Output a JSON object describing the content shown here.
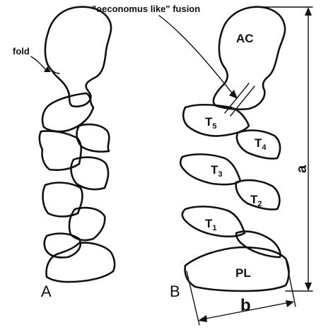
{
  "annotations": {
    "fold": "fold",
    "fusion": "\"oeconomus like\" fusion"
  },
  "panels": {
    "left": "A",
    "right": "B"
  },
  "segments": {
    "ac": "AC",
    "t5": "T",
    "t5_sub": "5",
    "t4": "T",
    "t4_sub": "4",
    "t3": "T",
    "t3_sub": "3",
    "t2": "T",
    "t2_sub": "2",
    "t1": "T",
    "t1_sub": "1",
    "pl": "PL"
  },
  "dimensions": {
    "height": "a",
    "width": "b"
  }
}
